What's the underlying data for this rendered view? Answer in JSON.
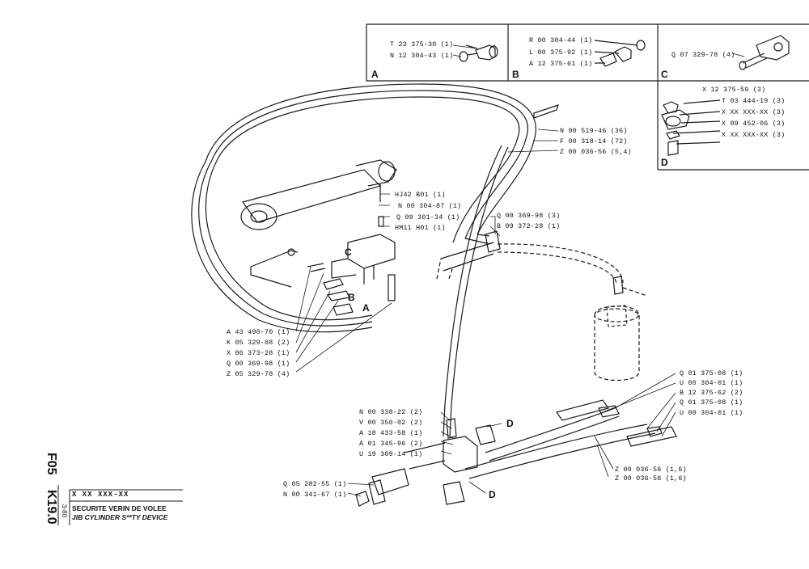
{
  "panels": {
    "A": {
      "letter": "A",
      "parts": [
        "T 23 375-30 (1)",
        "N 12 304-43 (1)"
      ]
    },
    "B": {
      "letter": "B",
      "parts": [
        "R 00 304-44 (1)",
        "L 00 375-92 (1)",
        "A 12 375-61 (1)"
      ]
    },
    "C": {
      "letter": "C",
      "parts": [
        "Q 07 329-78 (4)"
      ]
    },
    "D": {
      "letter": "D",
      "header": "X 12 375-59 (3)",
      "parts": [
        "T 03 444-19 (3)",
        "X XX XXX-XX (3)",
        "X 09 452-06 (3)",
        "X XX XXX-XX (3)"
      ]
    }
  },
  "callouts": {
    "hose": [
      "N 00 519-46 (36)",
      "F 00 318-14 (72)",
      "Z 00 036-56 (5,4)"
    ],
    "cyl": [
      "HJ42 B01 (1)",
      "N 00 304-87 (1)",
      "Q 09 301-34 (1)",
      "HM11 H01 (1)"
    ],
    "tee": [
      "Q 00 369-98 (3)",
      "B 09 372-28 (1)"
    ],
    "left": [
      "A 43 490-70 (1)",
      "K 05 329-88 (2)",
      "X 06 373-28 (1)",
      "Q 00 369-98 (1)",
      "Z 05 329-78 (4)"
    ],
    "valve": [
      "N 00 338-22 (2)",
      "V 00 350-02 (2)",
      "A 18 433-58 (1)",
      "A 01 345-96 (2)",
      "U 19 309-14 (1)"
    ],
    "bottom": [
      "Q 05 282-55 (1)",
      "N 00 341-67 (1)"
    ],
    "right": [
      "Q 01 375-08 (1)",
      "U 00 304-01 (1)",
      "B 12 375-62 (2)",
      "Q 01 375-08 (1)",
      "U 00 304-01 (1)"
    ],
    "pipes": [
      "Z 00 036-56 (1,6)",
      "Z 00 036-56 (1,6)"
    ]
  },
  "markers": {
    "A": "A",
    "B": "B",
    "C": "C",
    "D1": "D",
    "D2": "D"
  },
  "title_block": {
    "group": "F05",
    "ref": "K19.0",
    "date": "3-80",
    "code": "X XX XXX-XX",
    "title_fr": "SECURITE VERIN DE VOLEE",
    "title_en": "JIB CYLINDER S**TY DEVICE"
  }
}
